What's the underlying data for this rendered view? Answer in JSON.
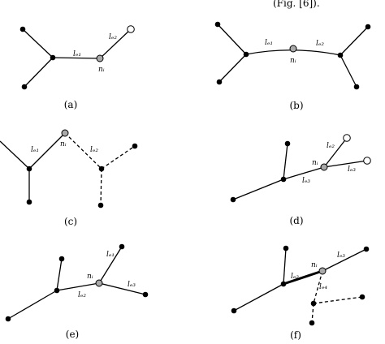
{
  "header": {
    "fragment_text": "(Fig. [6])."
  },
  "colors": {
    "ink": "#000000",
    "hollow_node_fill": "#ffffff",
    "gray_node_fill": "#a9a9a9"
  },
  "panels": [
    {
      "id": "a",
      "caption": "(a)",
      "labels": {
        "l1": "lₑ₁",
        "l2": "lₑ₂",
        "n": "nᵢ"
      }
    },
    {
      "id": "b",
      "caption": "(b)",
      "labels": {
        "l1": "lₑ₁",
        "l2": "lₑ₂",
        "n": "nᵢ"
      }
    },
    {
      "id": "c",
      "caption": "(c)",
      "labels": {
        "l1": "lₑ₁",
        "l2": "lₑ₂",
        "n": "nᵢ"
      }
    },
    {
      "id": "d",
      "caption": "(d)",
      "labels": {
        "l1": "lₑ₂",
        "l2": "lₑ₃",
        "l3": "lₑ₃",
        "n": "nᵢ"
      }
    },
    {
      "id": "e",
      "caption": "(e)",
      "labels": {
        "l1": "lₑ₁",
        "l2": "lₑ₂",
        "l3": "lₑ₃",
        "n": "nᵢ"
      }
    },
    {
      "id": "f",
      "caption": "(f)",
      "labels": {
        "l1": "lₑ₂",
        "l2": "lₑ₃",
        "l3": "lₑ₄",
        "n": "nᵢ"
      }
    }
  ]
}
